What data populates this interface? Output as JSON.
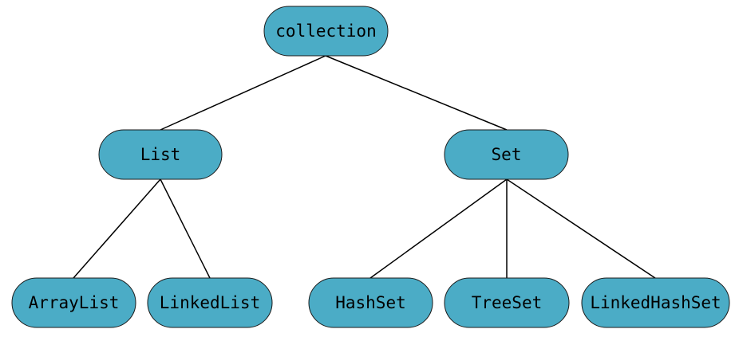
{
  "nodes": [
    {
      "id": "collection",
      "label": "collection"
    },
    {
      "id": "list",
      "label": "List"
    },
    {
      "id": "set",
      "label": "Set"
    },
    {
      "id": "arraylist",
      "label": "ArrayList"
    },
    {
      "id": "linkedlist",
      "label": "LinkedList"
    },
    {
      "id": "hashset",
      "label": "HashSet"
    },
    {
      "id": "treeset",
      "label": "TreeSet"
    },
    {
      "id": "linkedhashset",
      "label": "LinkedHashSet"
    }
  ],
  "edges": [
    {
      "from": "collection",
      "to": "list"
    },
    {
      "from": "collection",
      "to": "set"
    },
    {
      "from": "list",
      "to": "arraylist"
    },
    {
      "from": "list",
      "to": "linkedlist"
    },
    {
      "from": "set",
      "to": "hashset"
    },
    {
      "from": "set",
      "to": "treeset"
    },
    {
      "from": "set",
      "to": "linkedhashset"
    }
  ],
  "colors": {
    "node_fill": "#4bacc6",
    "node_border": "#1a1a1a",
    "edge": "#000000"
  }
}
